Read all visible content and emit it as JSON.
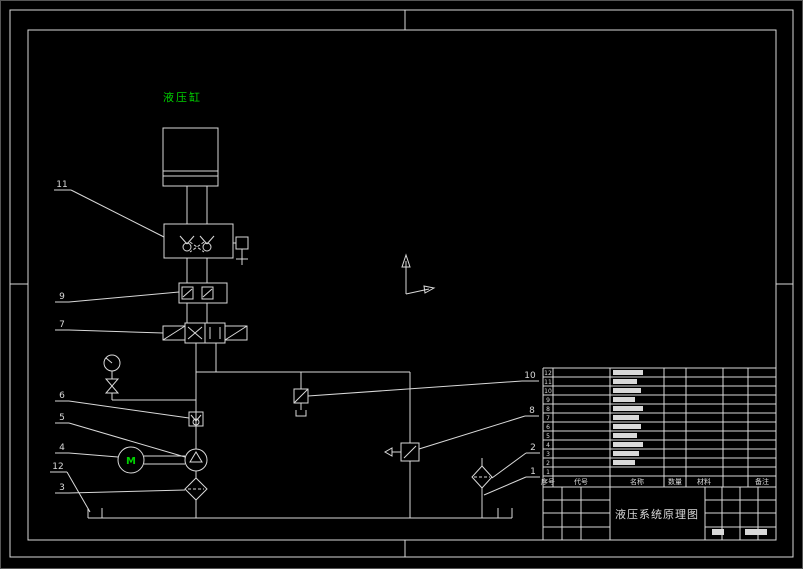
{
  "drawing": {
    "cylinder_label": "液压缸",
    "title": "液压系统原理图",
    "motor_letter": "M"
  },
  "colors": {
    "line": "#d9d9d9",
    "red": "#d40000",
    "green": "#00d200",
    "magenta": "#d400d4",
    "background": "#000000"
  },
  "balloons": {
    "left": [
      "11",
      "9",
      "7",
      "6",
      "5",
      "4",
      "12",
      "3"
    ],
    "right": [
      "10",
      "8",
      "2",
      "1"
    ]
  },
  "bom": {
    "headers": [
      "序号",
      "代号",
      "名称",
      "数量",
      "材料",
      "备注"
    ],
    "row_count": 12,
    "row_numbers": [
      "12",
      "11",
      "10",
      "9",
      "8",
      "7",
      "6",
      "5",
      "4",
      "3",
      "2",
      "1"
    ],
    "name_bar_widths": [
      30,
      24,
      28,
      22,
      30,
      26,
      28,
      24,
      30,
      26,
      22,
      0
    ]
  }
}
